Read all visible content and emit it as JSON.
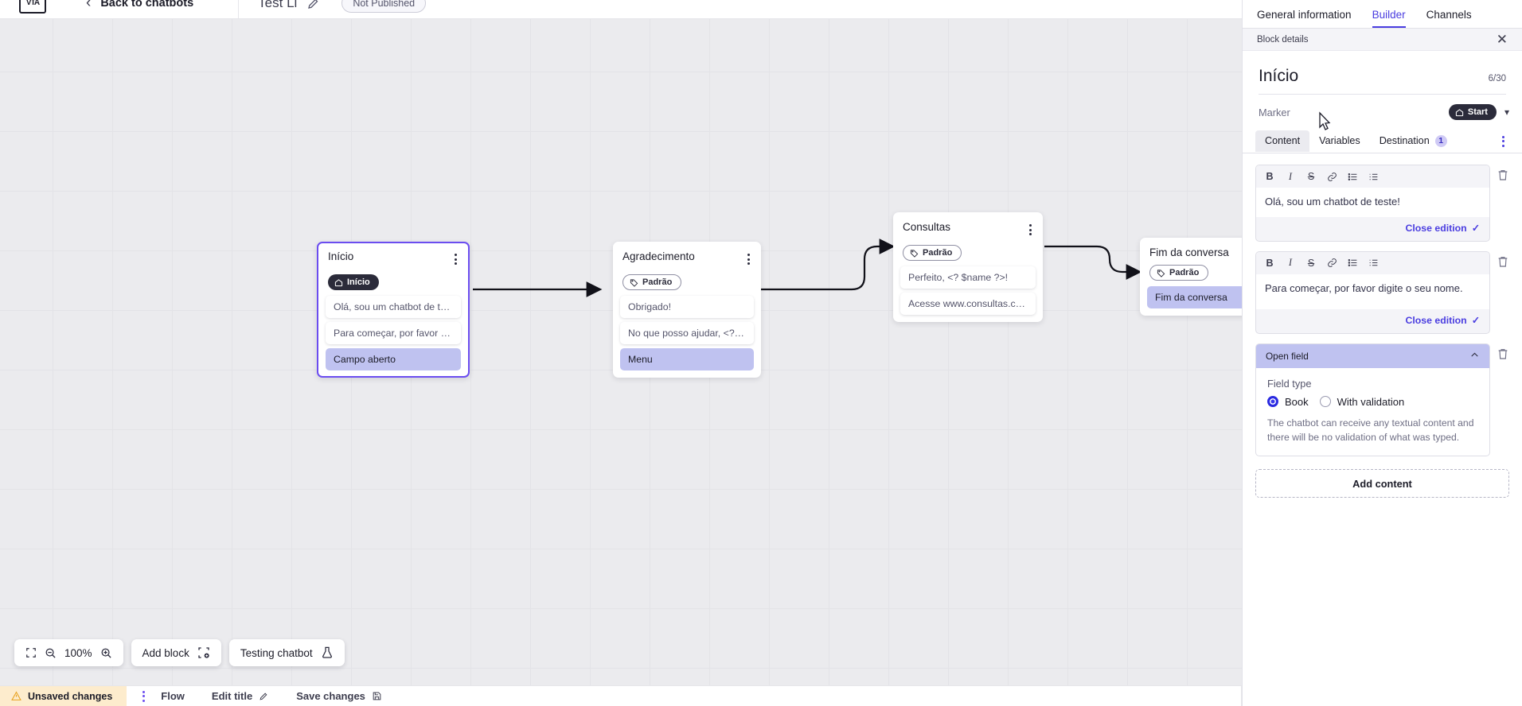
{
  "topbar": {
    "logo_alt": "vtex-logo",
    "back_label": "Back to chatbots",
    "bot_title": "Test Li",
    "edit_icon": "pencil-icon",
    "publish_status": "Not Published"
  },
  "canvas": {
    "zoom_level": "100%",
    "nodes": [
      {
        "id": "inicio",
        "title": "Início",
        "tag": {
          "label": "Início",
          "style": "dark",
          "icon": "home-icon"
        },
        "selected": true,
        "items": [
          {
            "text": "Olá, sou um chatbot de teste!",
            "highlight": false
          },
          {
            "text": "Para começar, por favor digite o ...",
            "highlight": false
          },
          {
            "text": "Campo aberto",
            "highlight": true
          }
        ]
      },
      {
        "id": "agradecimento",
        "title": "Agradecimento",
        "tag": {
          "label": "Padrão",
          "style": "light",
          "icon": "tag-icon"
        },
        "selected": false,
        "items": [
          {
            "text": "Obrigado!",
            "highlight": false
          },
          {
            "text": "No que posso ajudar, <? $name ...",
            "highlight": false
          },
          {
            "text": "Menu",
            "highlight": true
          }
        ]
      },
      {
        "id": "consultas",
        "title": "Consultas",
        "tag": {
          "label": "Padrão",
          "style": "light",
          "icon": "tag-icon"
        },
        "selected": false,
        "items": [
          {
            "text": "Perfeito, <? $name ?>!",
            "highlight": false
          },
          {
            "text": "Acesse www.consultas.com par...",
            "highlight": false
          }
        ]
      },
      {
        "id": "fim",
        "title": "Fim da conversa",
        "tag": {
          "label": "Padrão",
          "style": "light",
          "icon": "tag-icon"
        },
        "selected": false,
        "items": [
          {
            "text": "Fim da conversa",
            "highlight": true
          }
        ]
      }
    ],
    "tools": {
      "fit_icon": "fit-screen-icon",
      "zoom_out_icon": "zoom-out-icon",
      "zoom_in_icon": "zoom-in-icon",
      "add_block_label": "Add block",
      "add_block_icon": "add-block-icon",
      "testing_label": "Testing chatbot",
      "testing_icon": "flask-icon"
    }
  },
  "footer": {
    "unsaved_label": "Unsaved changes",
    "warning_icon": "warning-triangle-icon",
    "kebab_icon": "kebab-menu-icon",
    "flow_label": "Flow",
    "edit_title_label": "Edit title",
    "edit_title_icon": "pencil-icon",
    "save_label": "Save changes",
    "save_icon": "save-disk-icon"
  },
  "panel": {
    "tabs": [
      {
        "label": "General information",
        "active": false
      },
      {
        "label": "Builder",
        "active": true
      },
      {
        "label": "Channels",
        "active": false
      }
    ],
    "subheader": {
      "label": "Block details",
      "close_icon": "close-icon"
    },
    "block": {
      "title": "Início",
      "char_count": "6/30",
      "marker_label": "Marker",
      "marker_value": "Start",
      "marker_icon": "home-icon",
      "marker_chevron": "chevron-down-icon"
    },
    "section_tabs": [
      {
        "label": "Content",
        "active": true,
        "badge": null
      },
      {
        "label": "Variables",
        "active": false,
        "badge": null
      },
      {
        "label": "Destination",
        "active": false,
        "badge": "1"
      }
    ],
    "section_kebab_icon": "kebab-menu-icon",
    "editor_toolbar": [
      {
        "name": "bold-icon",
        "glyph": "B"
      },
      {
        "name": "italic-icon",
        "glyph": "I"
      },
      {
        "name": "strikethrough-icon",
        "glyph": "S"
      },
      {
        "name": "link-icon",
        "glyph": "⊘"
      },
      {
        "name": "bullet-list-icon",
        "glyph": "☰"
      },
      {
        "name": "numbered-list-icon",
        "glyph": "☷"
      }
    ],
    "editors": [
      {
        "text": "Olá, sou um chatbot de teste!",
        "close_label": "Close edition"
      },
      {
        "text": "Para começar, por favor digite o seu nome.",
        "close_label": "Close edition"
      }
    ],
    "open_field": {
      "header": "Open field",
      "collapse_icon": "chevron-up-icon",
      "field_type_label": "Field type",
      "options": [
        {
          "label": "Book",
          "selected": true
        },
        {
          "label": "With validation",
          "selected": false
        }
      ],
      "help_text": "The chatbot can receive any textual content and there will be no validation of what was typed."
    },
    "add_content_label": "Add content"
  },
  "colors": {
    "accent": "#4a3de0",
    "node_selected_border": "#6b4df0",
    "highlight_item": "#bfc2f0",
    "unsaved_bg": "#fdeccd",
    "canvas_bg": "#ebebee"
  }
}
